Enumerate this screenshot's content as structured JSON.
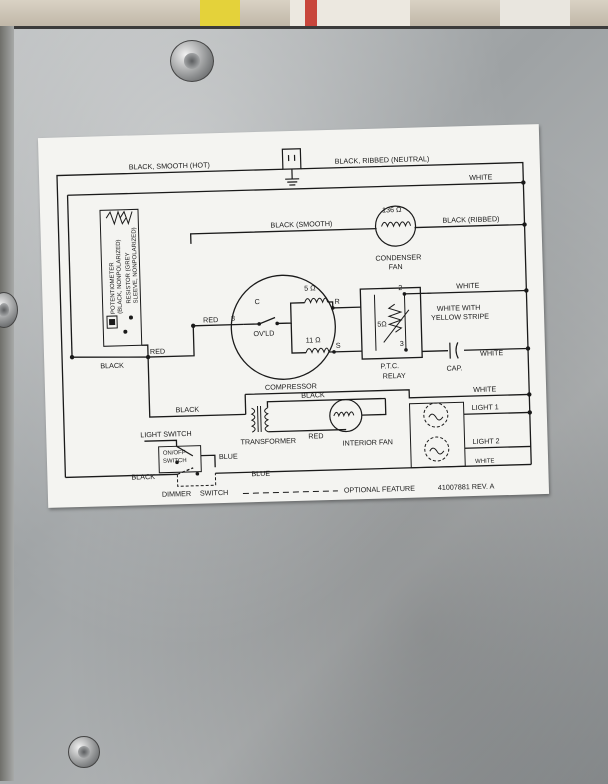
{
  "diagram": {
    "labels": {
      "black_smooth_hot": "BLACK, SMOOTH (HOT)",
      "black_ribbed_neutral": "BLACK, RIBBED (NEUTRAL)",
      "white_top": "WHITE",
      "black_smooth": "BLACK (SMOOTH)",
      "black_ribbed": "BLACK (RIBBED)",
      "condenser_ohms": "136 Ω",
      "condenser_fan": "CONDENSER",
      "condenser_fan_2": "FAN",
      "potentiometer": "POTENTIOMETER",
      "potentiometer_2": "(BLACK, NONPOLARIZED)",
      "resistor": "RESISTOR (GREY",
      "resistor_2": "SLEEVE, NONPOLARIZED)",
      "red_left": "RED",
      "red_mid": "RED",
      "num_8": "8",
      "c_label": "C",
      "ovld": "OV'LD",
      "start_ohms": "5 Ω",
      "run_ohms": "11 Ω",
      "r_label": "R",
      "s_label": "S",
      "compressor": "COMPRESSOR",
      "relay_ohms": "5Ω",
      "relay_2": "2",
      "relay_3": "3",
      "ptc": "P.T.C.",
      "relay": "RELAY",
      "white_relay": "WHITE",
      "white_yellow": "WHITE WITH",
      "white_yellow_2": "YELLOW STRIPE",
      "cap": "CAP.",
      "white_cap": "WHITE",
      "black_left": "BLACK",
      "black_transformer": "BLACK",
      "black_transformer_r": "BLACK",
      "transformer": "TRANSFORMER",
      "red_transformer": "RED",
      "interior_fan": "INTERIOR FAN",
      "white_lights": "WHITE",
      "light_1": "LIGHT 1",
      "light_2": "LIGHT 2",
      "white_bottom": "WHITE",
      "light_switch": "LIGHT SWITCH",
      "on_off": "ON/OFF",
      "switch": "SWITCH",
      "blue_1": "BLUE",
      "blue_2": "BLUE",
      "black_bottom": "BLACK",
      "dimmer": "DIMMER",
      "switch_2": "SWITCH",
      "optional_feature": "OPTIONAL FEATURE",
      "part_number": "41007881  REV. A"
    },
    "colors": {
      "label_bg": "#f4f4f1",
      "ink": "#1a1a1a",
      "panel": "#a9acad"
    }
  }
}
